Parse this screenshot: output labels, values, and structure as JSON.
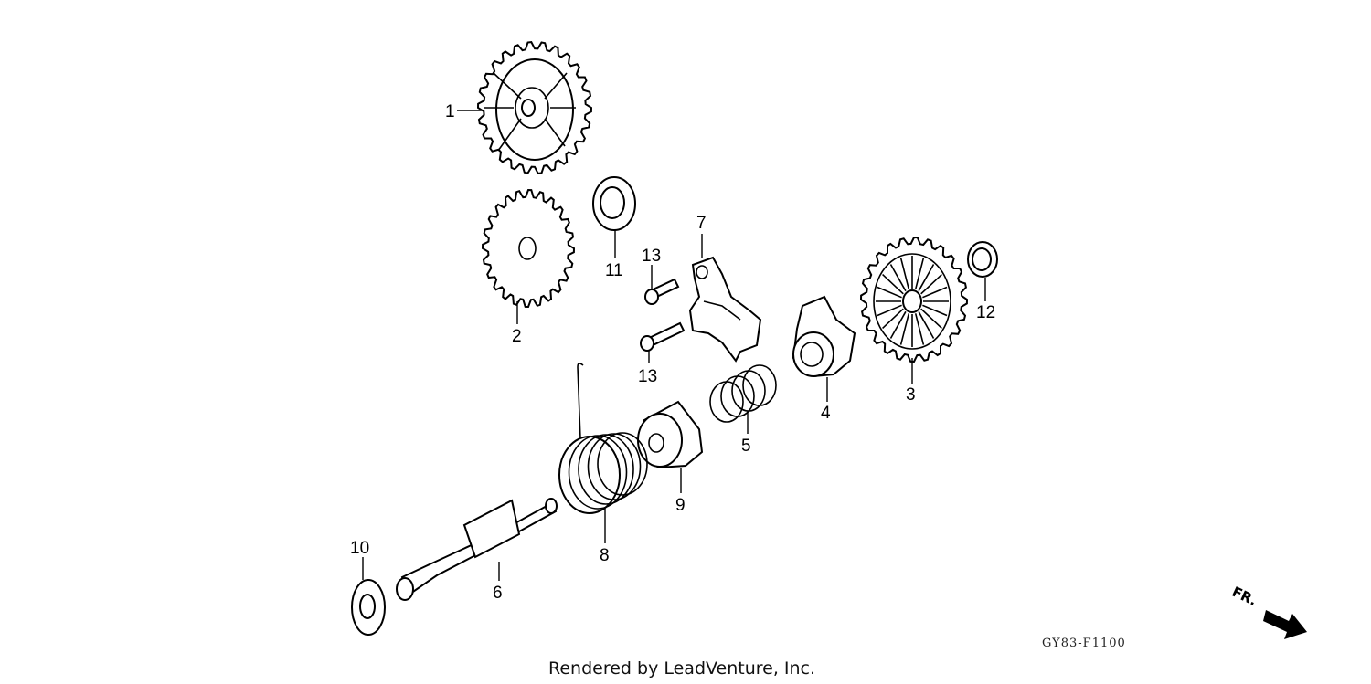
{
  "diagram": {
    "parts": [
      {
        "id": "gear-1",
        "label": "1"
      },
      {
        "id": "gear-2",
        "label": "2"
      },
      {
        "id": "gear-3",
        "label": "3"
      },
      {
        "id": "ratchet-4",
        "label": "4"
      },
      {
        "id": "spring-5",
        "label": "5"
      },
      {
        "id": "spindle-6",
        "label": "6"
      },
      {
        "id": "guide-7",
        "label": "7"
      },
      {
        "id": "spring-8",
        "label": "8"
      },
      {
        "id": "collar-9",
        "label": "9"
      },
      {
        "id": "washer-10",
        "label": "10"
      },
      {
        "id": "washer-11",
        "label": "11"
      },
      {
        "id": "washer-12",
        "label": "12"
      },
      {
        "id": "bolt-13a",
        "label": "13"
      },
      {
        "id": "bolt-13b",
        "label": "13"
      }
    ],
    "diagram_code": "GY83-F1100",
    "direction_label": "FR.",
    "credit": "Rendered by LeadVenture, Inc."
  }
}
